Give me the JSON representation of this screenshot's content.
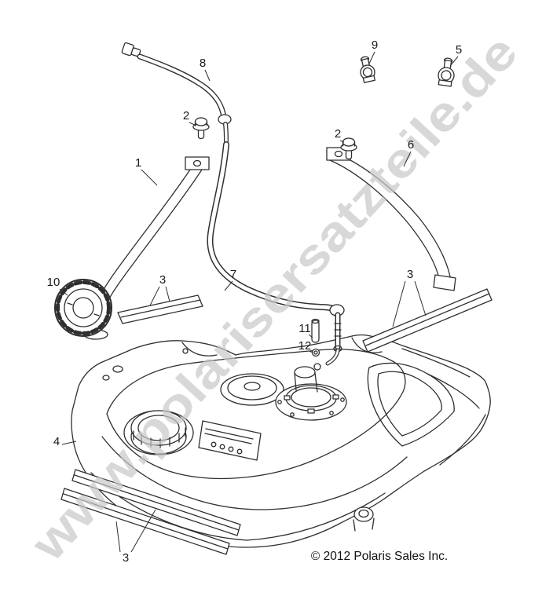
{
  "diagram": {
    "watermark": "www.polarisersatzteile.de",
    "copyright": "© 2012 Polaris Sales Inc.",
    "colors": {
      "ink": "#2f2f2f",
      "watermark": "#c7c7c7"
    },
    "callouts": [
      {
        "label": "8"
      },
      {
        "label": "9"
      },
      {
        "label": "5"
      },
      {
        "label": "2"
      },
      {
        "label": "2"
      },
      {
        "label": "1"
      },
      {
        "label": "6"
      },
      {
        "label": "10"
      },
      {
        "label": "3"
      },
      {
        "label": "7"
      },
      {
        "label": "3"
      },
      {
        "label": "11"
      },
      {
        "label": "12"
      },
      {
        "label": "4"
      },
      {
        "label": "3"
      }
    ]
  }
}
